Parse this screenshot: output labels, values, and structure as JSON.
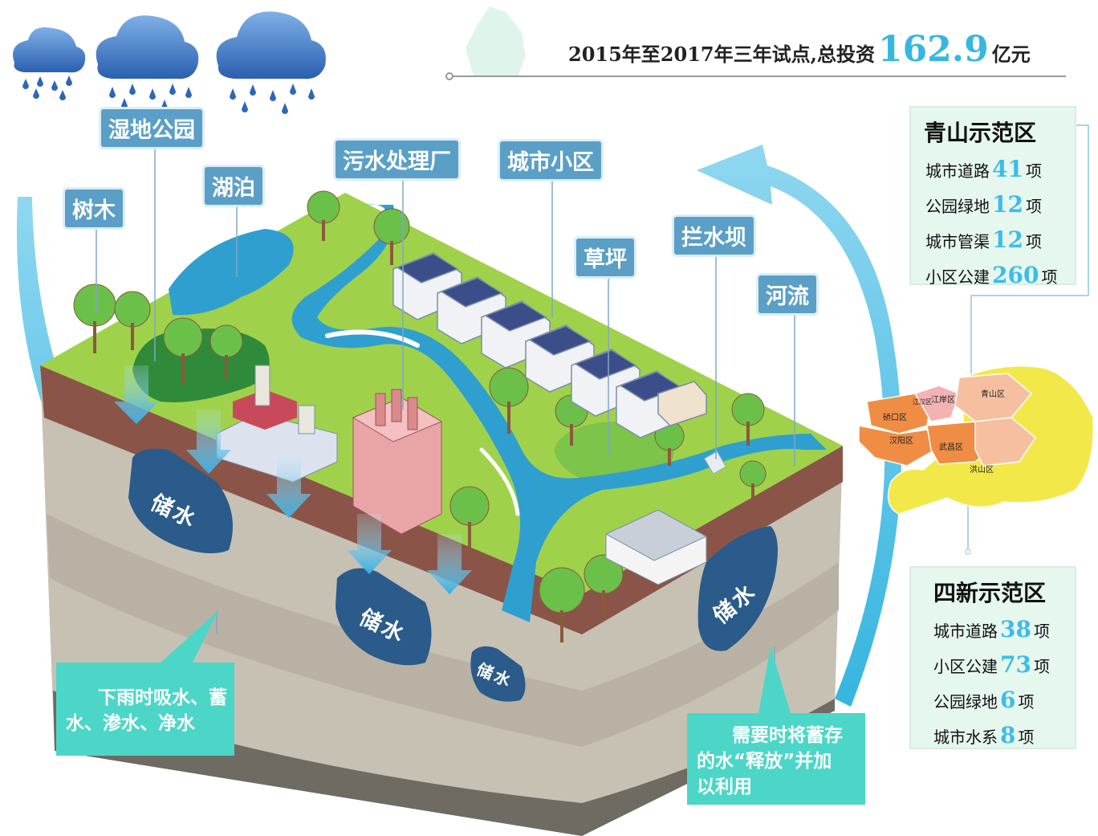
{
  "headline": {
    "prefix": "2015年至2017年三年试点,总投资",
    "amount": "162.9",
    "unit": "亿元"
  },
  "labels": {
    "wetland_park": "湿地公园",
    "trees": "树木",
    "lake": "湖泊",
    "sewage_plant": "污水处理厂",
    "residential_area": "城市小区",
    "lawn": "草坪",
    "dam": "拦水坝",
    "river": "河流"
  },
  "storage": {
    "s1": "储水",
    "s2": "储水",
    "s3": "储水",
    "s4": "储水"
  },
  "notes": {
    "absorb": [
      "下雨时吸水、蓄",
      "水、渗水、净水"
    ],
    "release": [
      "需要时将蓄存",
      "的水“释放”并加",
      "以利用"
    ]
  },
  "qingshan": {
    "title": "青山示范区",
    "items": [
      {
        "label": "城市道路",
        "value": "41",
        "unit": "项"
      },
      {
        "label": "公园绿地",
        "value": "12",
        "unit": "项"
      },
      {
        "label": "城市管渠",
        "value": "12",
        "unit": "项"
      },
      {
        "label": "小区公建",
        "value": "260",
        "unit": "项"
      }
    ]
  },
  "sixin": {
    "title": "四新示范区",
    "items": [
      {
        "label": "城市道路",
        "value": "38",
        "unit": "项"
      },
      {
        "label": "小区公建",
        "value": "73",
        "unit": "项"
      },
      {
        "label": "公园绿地",
        "value": "6",
        "unit": "项"
      },
      {
        "label": "城市水系",
        "value": "8",
        "unit": "项"
      }
    ]
  },
  "map": {
    "districts": [
      "江岸区",
      "青山区",
      "硚口区",
      "江汉区",
      "汉阳区",
      "武昌区",
      "洪山区"
    ]
  },
  "colors": {
    "accent": "#37b7e0",
    "label_bg": "#5b9fc6",
    "note_bg": "#4cd6c7",
    "grass": "#9fd24a",
    "water": "#2f9fd0",
    "panel_bg": "#e6f7ee"
  }
}
